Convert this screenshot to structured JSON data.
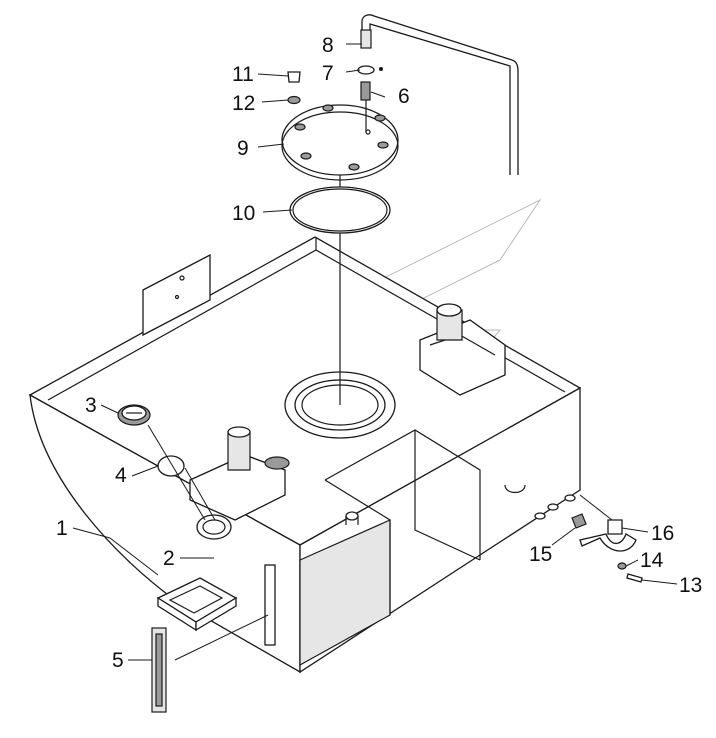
{
  "diagram": {
    "callouts": [
      {
        "id": "1",
        "label": "1"
      },
      {
        "id": "2",
        "label": "2"
      },
      {
        "id": "3",
        "label": "3"
      },
      {
        "id": "4",
        "label": "4"
      },
      {
        "id": "5",
        "label": "5"
      },
      {
        "id": "6",
        "label": "6"
      },
      {
        "id": "7",
        "label": "7"
      },
      {
        "id": "8",
        "label": "8"
      },
      {
        "id": "9",
        "label": "9"
      },
      {
        "id": "10",
        "label": "10"
      },
      {
        "id": "11",
        "label": "11"
      },
      {
        "id": "12",
        "label": "12"
      },
      {
        "id": "13",
        "label": "13"
      },
      {
        "id": "14",
        "label": "14"
      },
      {
        "id": "15",
        "label": "15"
      },
      {
        "id": "16",
        "label": "16"
      }
    ],
    "colors": {
      "line": "#1a1a1a",
      "fill": "#ffffff",
      "shade": "#e6e6e6",
      "watermark": "#b8b8b8"
    }
  }
}
